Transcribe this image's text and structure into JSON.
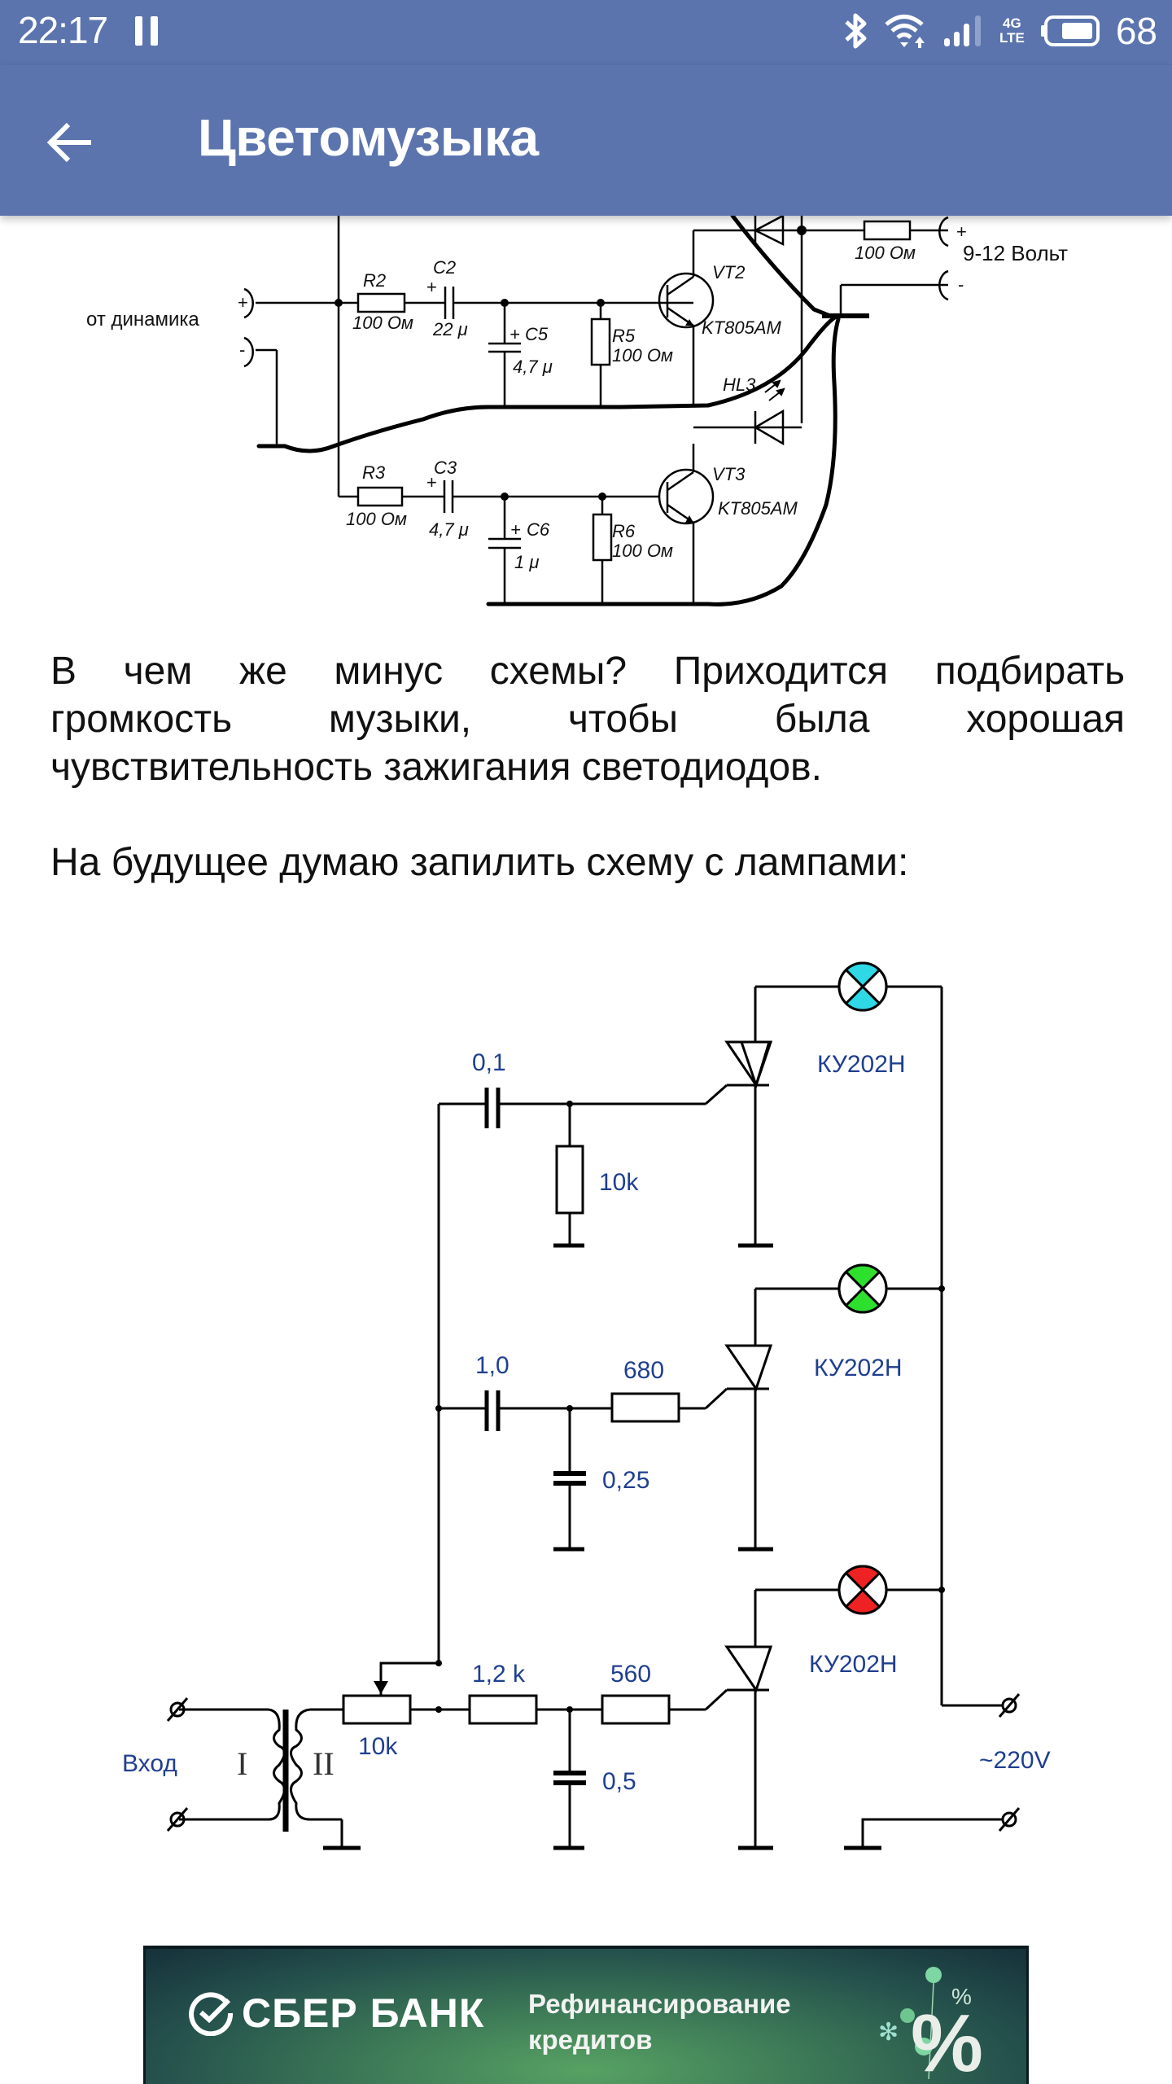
{
  "status_bar": {
    "time": "22:17",
    "battery_level": "68",
    "network_type_top": "4G",
    "network_type_bottom": "LTE",
    "icons": [
      "pause-icon",
      "bluetooth-icon",
      "wifi-icon",
      "signal-icon",
      "network-4g-lte-icon",
      "battery-icon"
    ]
  },
  "app_bar": {
    "back_icon": "arrow-left-icon",
    "title": "Цветомузыка"
  },
  "circuit1": {
    "input_label": "от динамика",
    "input_plus": "+",
    "input_minus": "-",
    "power_label": "9-12 Вольт",
    "power_plus": "+",
    "power_minus": "-",
    "r_top_value": "100 Ом",
    "r2_name": "R2",
    "r2_value": "100 Ом",
    "c2_name": "C2",
    "c2_value": "22 μ",
    "c2_plus": "+",
    "c5_name": "C5",
    "c5_value": "4,7 μ",
    "c5_plus": "+",
    "r5_name": "R5",
    "r5_value": "100 Ом",
    "vt2_name": "VT2",
    "vt2_model": "KT805AM",
    "hl3_name": "HL3",
    "r3_name": "R3",
    "r3_value": "100 Ом",
    "c3_name": "C3",
    "c3_value": "4,7 μ",
    "c3_plus": "+",
    "c6_name": "C6",
    "c6_value": "1 μ",
    "c6_plus": "+",
    "r6_name": "R6",
    "r6_value": "100 Ом",
    "vt3_name": "VT3",
    "vt3_model": "KT805AM"
  },
  "paragraphs": {
    "p1_line1": "В чем же минус схемы? Приходится подбирать",
    "p1_line2": "громкость музыки, чтобы была хорошая",
    "p1_line3": "чувствительность зажигания светодиодов.",
    "p2": "На будущее думаю запилить схему с лампами:"
  },
  "circuit2": {
    "label_color": "#1f3f8f",
    "input_label": "Вход",
    "winding_primary": "I",
    "winding_secondary": "II",
    "pot_value": "10k",
    "r_series_value": "1,2 k",
    "cap_bottom_value": "0,5",
    "r_gate3_value": "560",
    "cap_top_value": "0,1",
    "r_top_value": "10k",
    "cap_mid_value": "1,0",
    "r_gate2_value": "680",
    "cap_mid_shunt_value": "0,25",
    "thyristor1": "КУ202Н",
    "thyristor2": "КУ202Н",
    "thyristor3": "КУ202Н",
    "supply_label": "~220V",
    "lamp_colors": {
      "top": "#2FD8E6",
      "middle": "#2EE02E",
      "bottom": "#EE2222"
    }
  },
  "ad_banner": {
    "brand": "СБЕР БАНК",
    "text_line1": "Рефинансирование",
    "text_line2": "кредитов",
    "art_glyph": "%"
  }
}
